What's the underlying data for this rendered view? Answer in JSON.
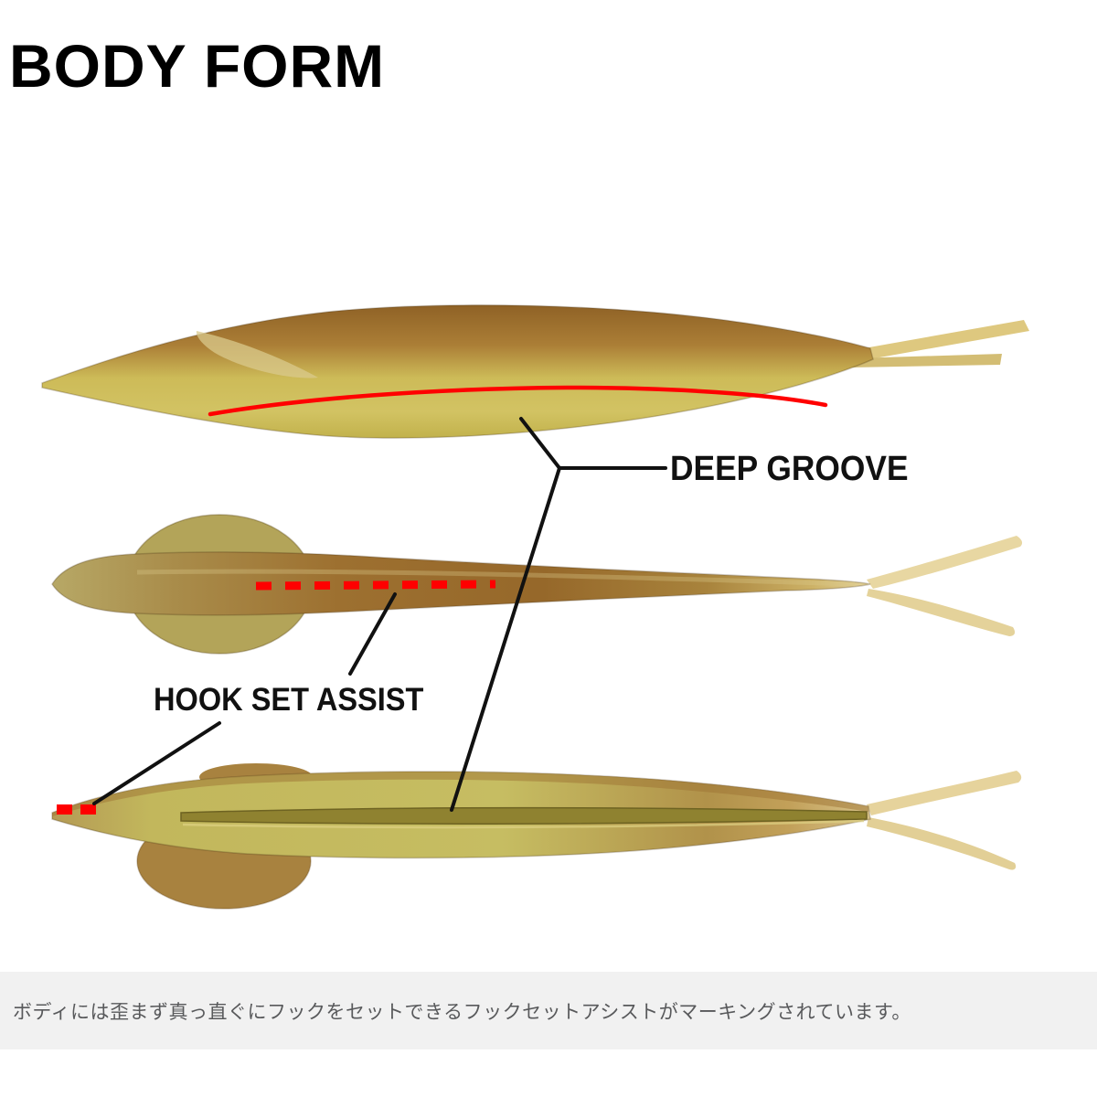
{
  "title": "BODY FORM",
  "diagram": {
    "annotations": {
      "deep_groove_label": "DEEP GROOVE",
      "hook_set_assist_label": "HOOK SET ASSIST"
    }
  },
  "footer": {
    "caption": "ボディには歪まず真っ直ぐにフックをセットできるフックセットアシストがマーキングされています。"
  },
  "colors": {
    "marking_red": "#ff0000",
    "annotation_line": "#111111",
    "body_brown": "#9a6c2c",
    "body_olive": "#ccbc5c",
    "tail_cream": "#e8d6a0",
    "groove_dark": "#6e6322",
    "footer_background": "#f1f1f1",
    "footer_text": "#58595b",
    "title_color": "#000000"
  }
}
